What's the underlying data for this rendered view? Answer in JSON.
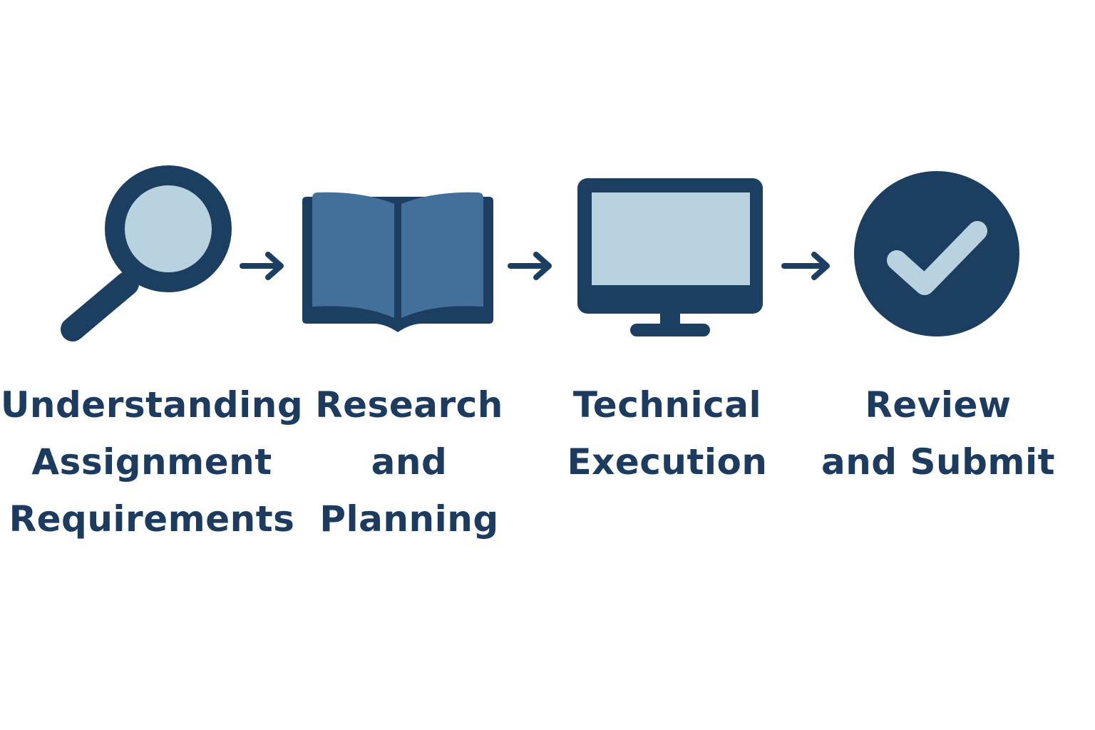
{
  "colors": {
    "dark": "#1c3f61",
    "medium": "#42709b",
    "light": "#b8d3df",
    "text": "#1c3b5e",
    "background": "#ffffff"
  },
  "steps": [
    {
      "icon": "magnifying-glass-icon",
      "lines": [
        "Understanding",
        "Assignment",
        "Requirements"
      ]
    },
    {
      "icon": "open-book-icon",
      "lines": [
        "Research",
        "and",
        "Planning"
      ]
    },
    {
      "icon": "monitor-icon",
      "lines": [
        "Technical",
        "Execution"
      ]
    },
    {
      "icon": "checkmark-circle-icon",
      "lines": [
        "Review",
        "and Submit"
      ]
    }
  ]
}
